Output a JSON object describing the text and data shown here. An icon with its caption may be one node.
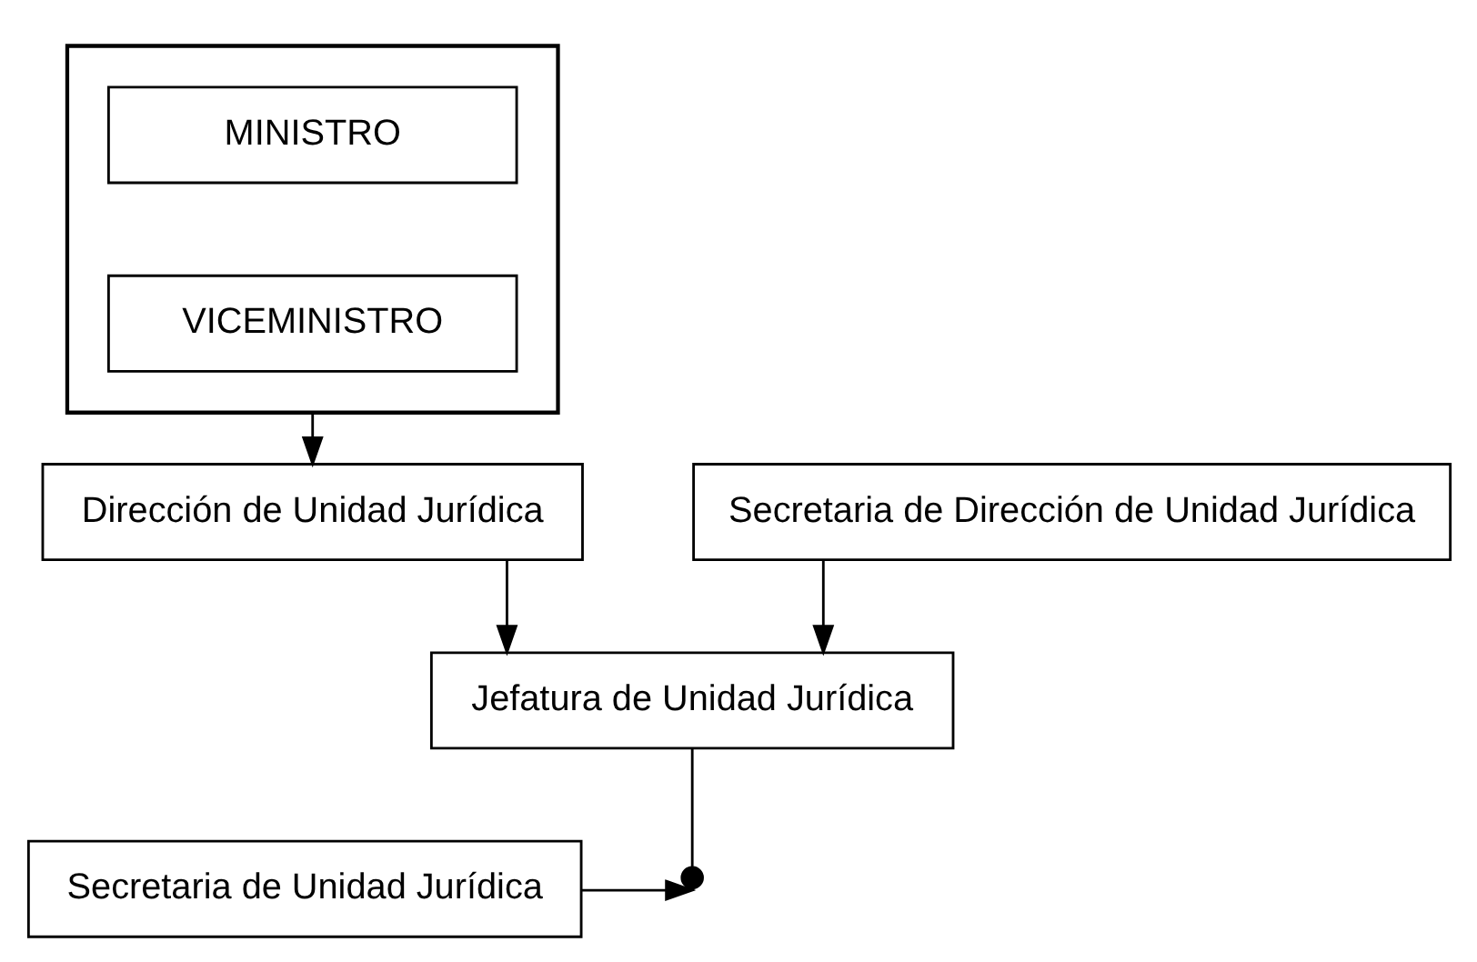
{
  "diagram": {
    "nodes": [
      {
        "text": [],
        "shape": "box"
      },
      {
        "text": [
          "MINISTRO"
        ],
        "in": 0
      },
      {
        "text": [
          "VICEMINISTRO"
        ],
        "in": 0
      },
      {
        "text": [
          "Dirección de Unidad Jurídica"
        ]
      },
      {
        "text": [
          "Secretaria de Dirección de Unidad Jurídica"
        ]
      },
      {
        "text": [
          "Jefatura de Unidad Jurídica"
        ]
      },
      {
        "text": [
          "Secretaria de Unidad Jurídica"
        ]
      }
    ],
    "edges": [
      {
        "from": 0,
        "to": 3,
        "arrow": "to"
      },
      {
        "from": 3,
        "to": 5,
        "arrow": "to"
      },
      {
        "from": 4,
        "to": 5,
        "arrow": "to"
      },
      {
        "from": 5,
        "to": null,
        "arrow": "other"
      },
      {
        "from": 6,
        "to": null,
        "arrow": "to"
      }
    ]
  }
}
